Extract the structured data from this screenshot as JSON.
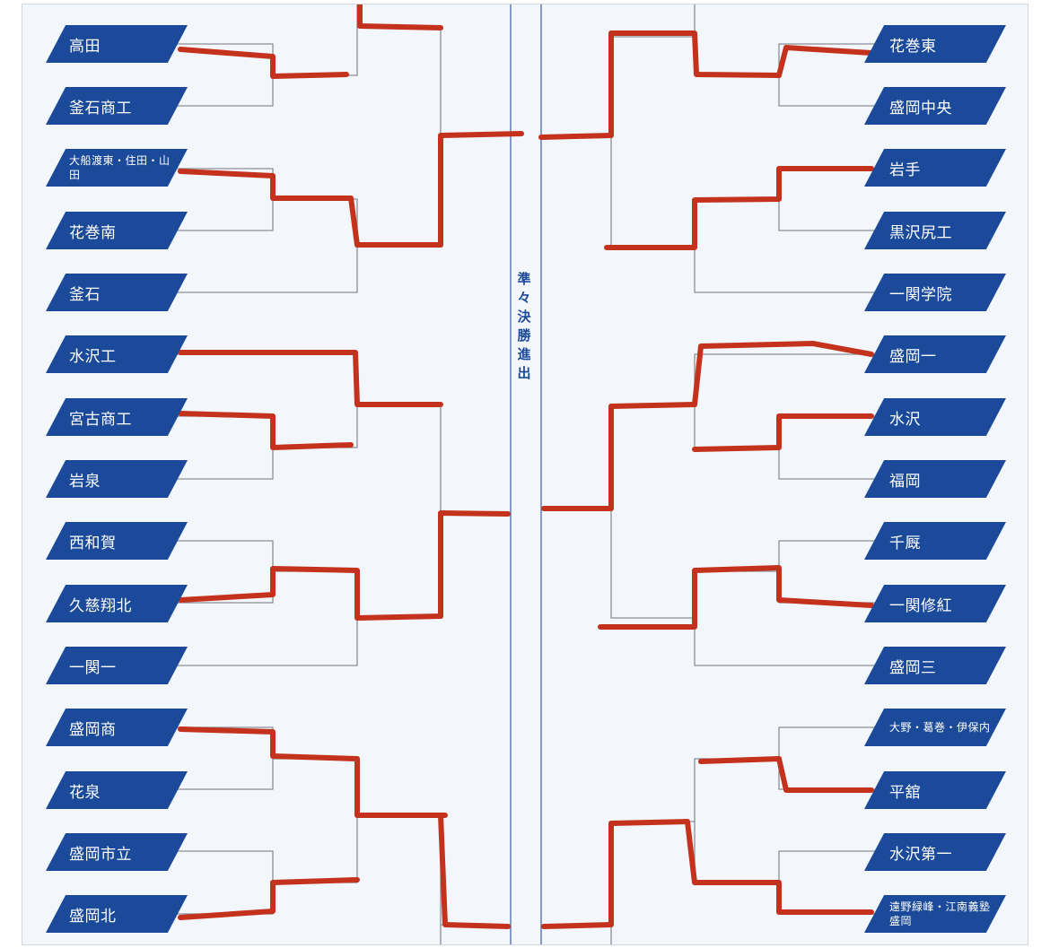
{
  "center_label": [
    "準",
    "々",
    "決",
    "勝",
    "進",
    "出"
  ],
  "colors": {
    "team_fill": "#1b4a9a",
    "bracket_line": "#8a8f96",
    "winner_line": "#c4321d",
    "center_divider": "#3b5fa8"
  },
  "left_teams": [
    "高田",
    "釜石商工",
    "大船渡東・住田・山田",
    "花巻南",
    "釜石",
    "水沢工",
    "宮古商工",
    "岩泉",
    "西和賀",
    "久慈翔北",
    "一関一",
    "盛岡商",
    "花泉",
    "盛岡市立",
    "盛岡北"
  ],
  "right_teams": [
    "花巻東",
    "盛岡中央",
    "岩手",
    "黒沢尻工",
    "一関学院",
    "盛岡一",
    "水沢",
    "福岡",
    "千厩",
    "一関修紅",
    "盛岡三",
    "大野・葛巻・伊保内",
    "平舘",
    "水沢第一",
    "遠野緑峰・江南義塾盛岡"
  ]
}
